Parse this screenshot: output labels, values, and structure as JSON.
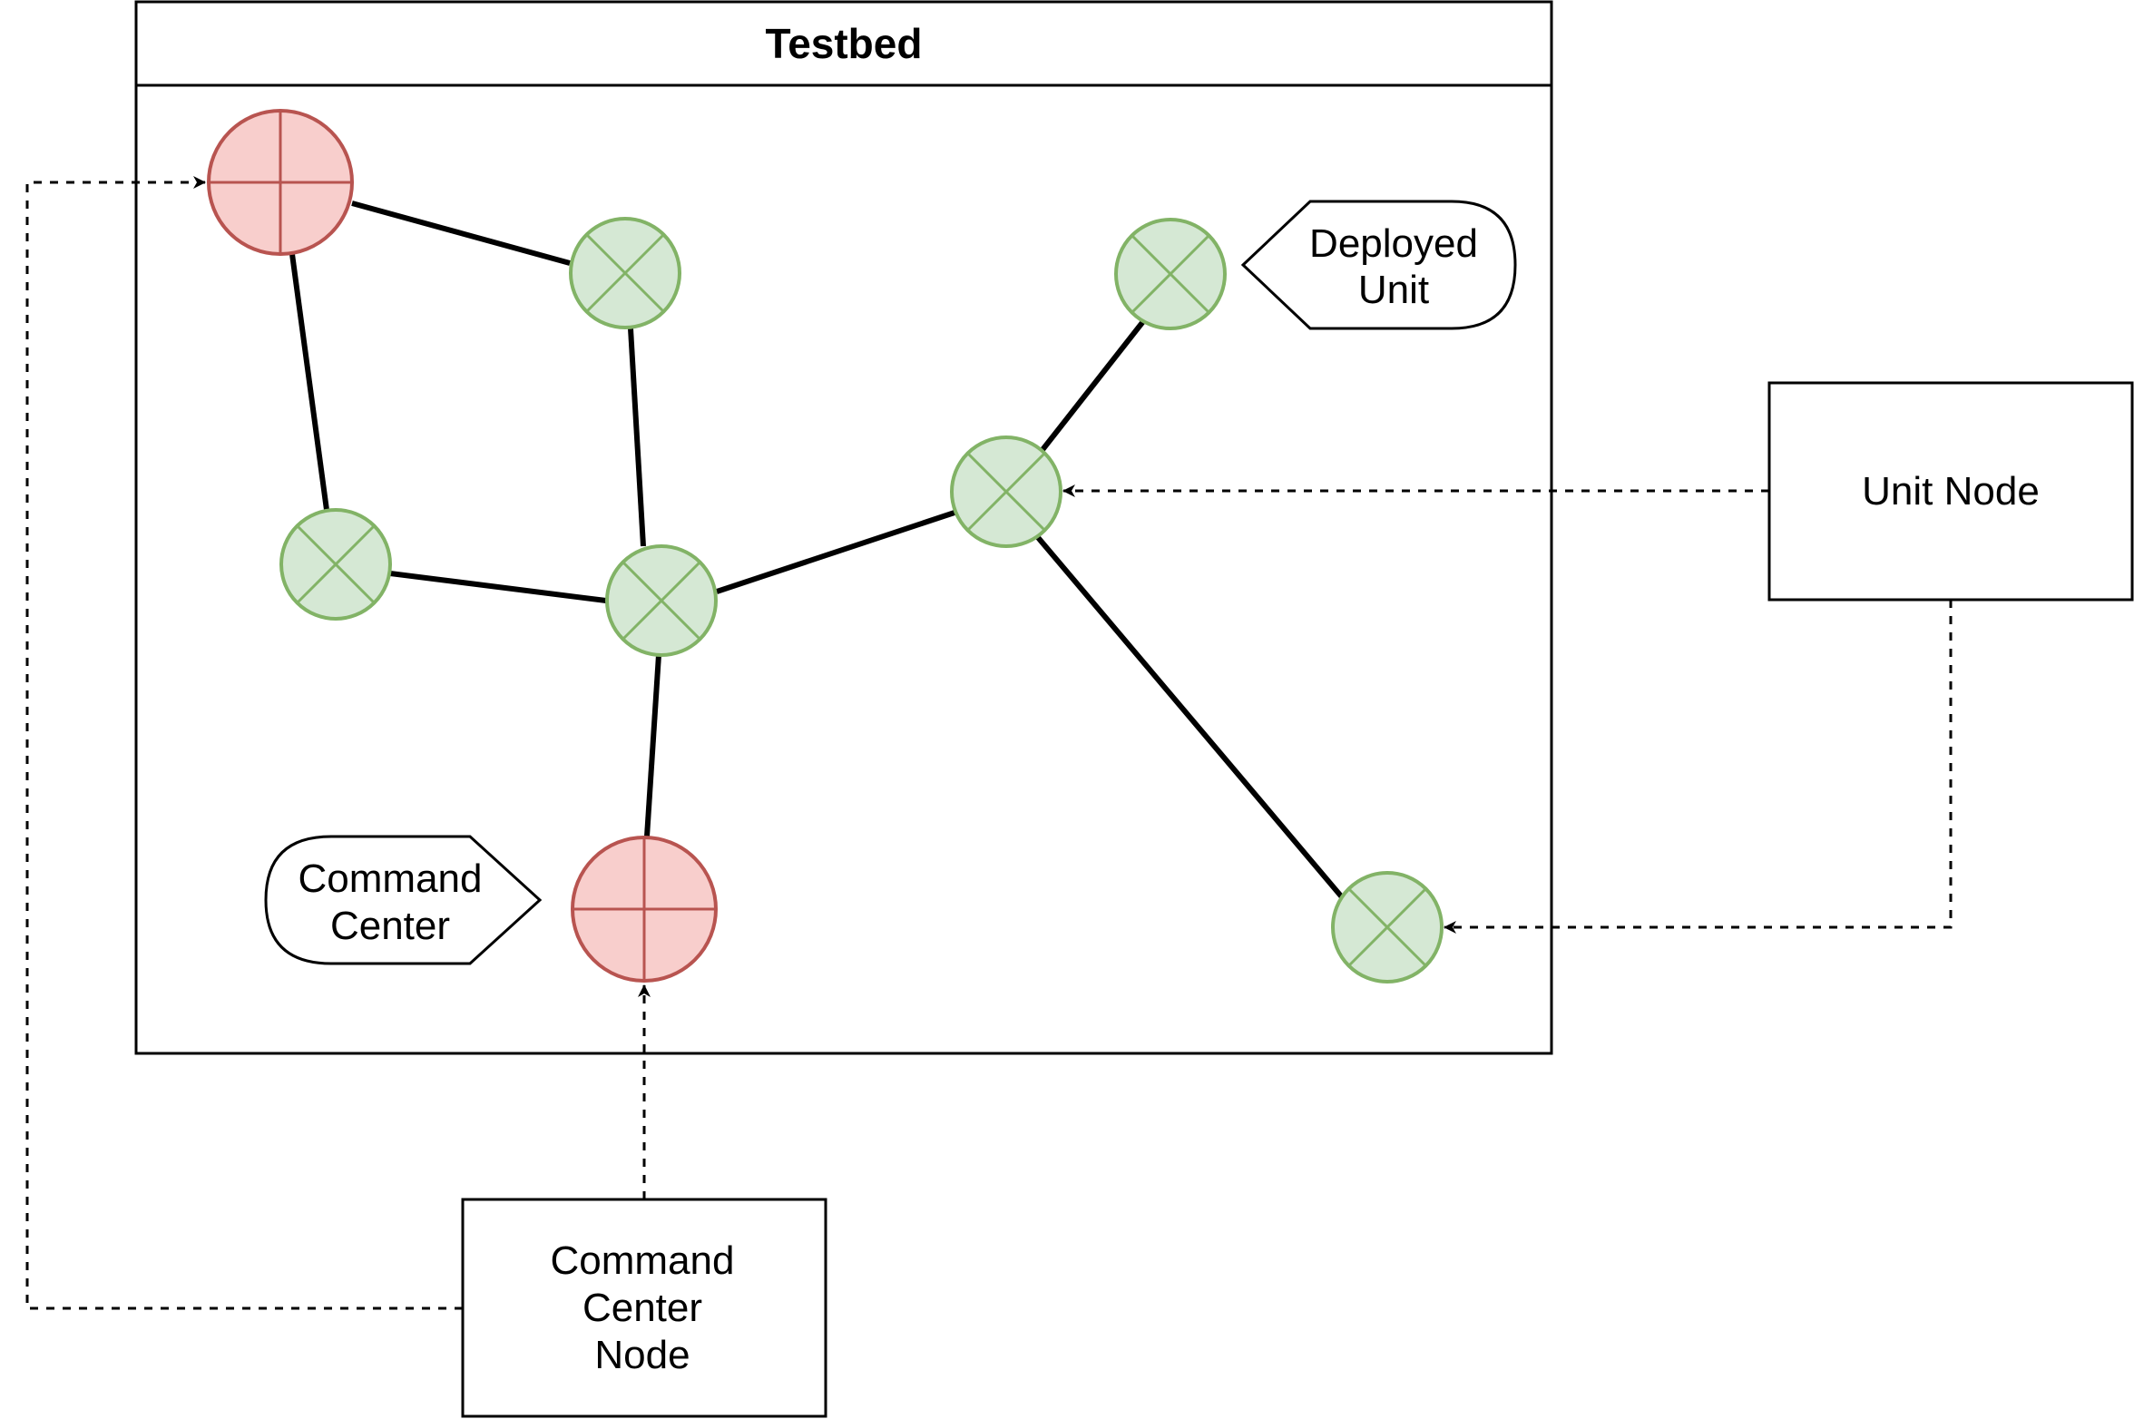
{
  "testbed": {
    "title": "Testbed"
  },
  "callouts": {
    "deployed_unit": [
      "Deployed",
      "Unit"
    ],
    "command_center": [
      "Command",
      "Center"
    ]
  },
  "boxes": {
    "unit_node": [
      "Unit Node"
    ],
    "command_center_node": [
      "Command",
      "Center",
      "Node"
    ]
  },
  "node_types": {
    "unit": {
      "fill": "#d5e8d4",
      "stroke": "#82b366",
      "symbol": "x-cross"
    },
    "command_center": {
      "fill": "#f8cecc",
      "stroke": "#b85450",
      "symbol": "plus-cross"
    }
  },
  "nodes": [
    {
      "id": "cc-top",
      "type": "command_center"
    },
    {
      "id": "unit-top",
      "type": "unit"
    },
    {
      "id": "unit-deployed",
      "type": "unit"
    },
    {
      "id": "unit-mid-right",
      "type": "unit"
    },
    {
      "id": "unit-left",
      "type": "unit"
    },
    {
      "id": "unit-hub",
      "type": "unit"
    },
    {
      "id": "cc-bottom",
      "type": "command_center"
    },
    {
      "id": "unit-bottom-right",
      "type": "unit"
    }
  ],
  "edges": [
    [
      "cc-top",
      "unit-top"
    ],
    [
      "cc-top",
      "unit-left"
    ],
    [
      "unit-top",
      "unit-hub"
    ],
    [
      "unit-left",
      "unit-hub"
    ],
    [
      "unit-hub",
      "unit-mid-right"
    ],
    [
      "unit-mid-right",
      "unit-deployed"
    ],
    [
      "unit-mid-right",
      "unit-bottom-right"
    ],
    [
      "unit-hub",
      "cc-bottom"
    ]
  ],
  "references": [
    {
      "from": "unit_node",
      "to": "unit-mid-right"
    },
    {
      "from": "unit_node",
      "to": "unit-bottom-right"
    },
    {
      "from": "command_center_node",
      "to": "cc-bottom"
    },
    {
      "from": "command_center_node",
      "to": "cc-top"
    }
  ]
}
